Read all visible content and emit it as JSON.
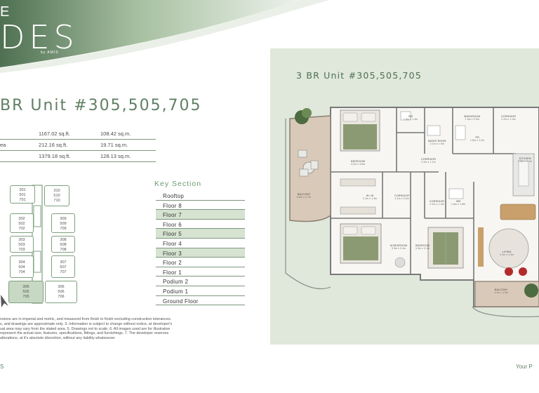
{
  "brand": {
    "logo_main": "DES",
    "logo_prefix": "E",
    "logo_sub": "by AMIS"
  },
  "page_title": {
    "prefix": "BR Unit",
    "unit_numbers": "#305,505,705"
  },
  "area_table": [
    {
      "label": "",
      "sqft": "1167.02 sq.ft.",
      "sqm": "108.42 sq.m."
    },
    {
      "label": "ea",
      "sqft": "212.16 sq.ft.",
      "sqm": "19.71 sq.m."
    },
    {
      "label": "",
      "sqft": "1379.18 sq.ft.",
      "sqm": "128.13 sq.m."
    }
  ],
  "key_plan": {
    "units": [
      {
        "id": "u1",
        "lines": [
          "301",
          "501",
          "701"
        ],
        "selected": false
      },
      {
        "id": "u2",
        "lines": [
          "310",
          "510",
          "710"
        ],
        "selected": false
      },
      {
        "id": "u3",
        "lines": [
          "302",
          "502",
          "702"
        ],
        "selected": false
      },
      {
        "id": "u4",
        "lines": [
          "309",
          "509",
          "709"
        ],
        "selected": false
      },
      {
        "id": "u5",
        "lines": [
          "303",
          "503",
          "703"
        ],
        "selected": false
      },
      {
        "id": "u6",
        "lines": [
          "308",
          "508",
          "708"
        ],
        "selected": false
      },
      {
        "id": "u7",
        "lines": [
          "304",
          "504",
          "704"
        ],
        "selected": false
      },
      {
        "id": "u8",
        "lines": [
          "307",
          "507",
          "707"
        ],
        "selected": false
      },
      {
        "id": "u9",
        "lines": [
          "305",
          "505",
          "705"
        ],
        "selected": true
      },
      {
        "id": "u10",
        "lines": [
          "306",
          "506",
          "706"
        ],
        "selected": false
      }
    ]
  },
  "key_section": {
    "title": "Key Section",
    "floors": [
      {
        "label": "Rooftop",
        "highlighted": false
      },
      {
        "label": "Floor 8",
        "highlighted": false
      },
      {
        "label": "Floor 7",
        "highlighted": true
      },
      {
        "label": "Floor 6",
        "highlighted": false
      },
      {
        "label": "Floor 5",
        "highlighted": true
      },
      {
        "label": "Floor 4",
        "highlighted": false
      },
      {
        "label": "Floor 3",
        "highlighted": true
      },
      {
        "label": "Floor 2",
        "highlighted": false
      },
      {
        "label": "Floor 1",
        "highlighted": false
      },
      {
        "label": "Podium 2",
        "highlighted": false
      },
      {
        "label": "Podium 1",
        "highlighted": false
      },
      {
        "label": "Ground Floor",
        "highlighted": false
      }
    ]
  },
  "disclaimer": [
    "nsions are in imperial and metric, and measured from finish to finish excluding construction tolerances.",
    "s, and drawings are approximate only. 3. Information is subject to change without notice, at developer's",
    "ual area may vary from the stated area. 5. Drawings not to scale. 6. All images used are for illustrative",
    "represent the actual size, features, specifications, fittings, and furnishings. 7. The developer reserves",
    "alterations, at it's absolute discretion, without any liability whatsoever"
  ],
  "footer": {
    "left": "S",
    "right": "Your P"
  },
  "plan": {
    "title_prefix": "3 BR Unit",
    "title_numbers": "#305,505,705",
    "rooms": {
      "wr": {
        "name": "WR",
        "dim": "1.5m x 1.4m"
      },
      "washroom": {
        "name": "WASHROOM",
        "dim": "1.9m x 0.9m"
      },
      "corridor_top": {
        "name": "CORRIDOR",
        "dim": "2.2m x 1.4m"
      },
      "maids_room": {
        "name": "MAIDS ROOM",
        "dim": "2.1m x 1.9m"
      },
      "pr": {
        "name": "PR",
        "dim": "1.8m x 1.2m"
      },
      "kitchen": {
        "name": "KITCHEN",
        "dim": "2.9m x 2.1m"
      },
      "bedroom_top": {
        "name": "BEDROOM",
        "dim": "3.2m x 3.6m"
      },
      "corridor_mid": {
        "name": "CORRIDOR",
        "dim": "4.3m x 1.1m"
      },
      "balcony_left": {
        "name": "BALCONY",
        "dim": "5.8m x 2.7m"
      },
      "wiw": {
        "name": "W.I.W",
        "dim": "2.1m x 1.3m"
      },
      "corridor_c": {
        "name": "CORRIDOR",
        "dim": "1.1m x 3.4m"
      },
      "corridor_d": {
        "name": "CORRIDOR",
        "dim": "1.2m x 1.4m"
      },
      "wr2": {
        "name": "WR",
        "dim": "1.6m x 1.8m"
      },
      "m_bedroom": {
        "name": "M.BEDROOM",
        "dim": "3.3m x 3.1m"
      },
      "bedroom_2": {
        "name": "BEDROOM",
        "dim": "3.2m x 3.1m"
      },
      "living": {
        "name": "LIVING",
        "dim": "4.1m x 4.3m"
      },
      "balcony_right": {
        "name": "BALCONY",
        "dim": "4.1m x 1.5m"
      }
    }
  },
  "colors": {
    "brand_green": "#5f7f63",
    "panel_bg": "#dfe8da",
    "highlight": "#d5e3d0",
    "rule": "#7d977f"
  }
}
